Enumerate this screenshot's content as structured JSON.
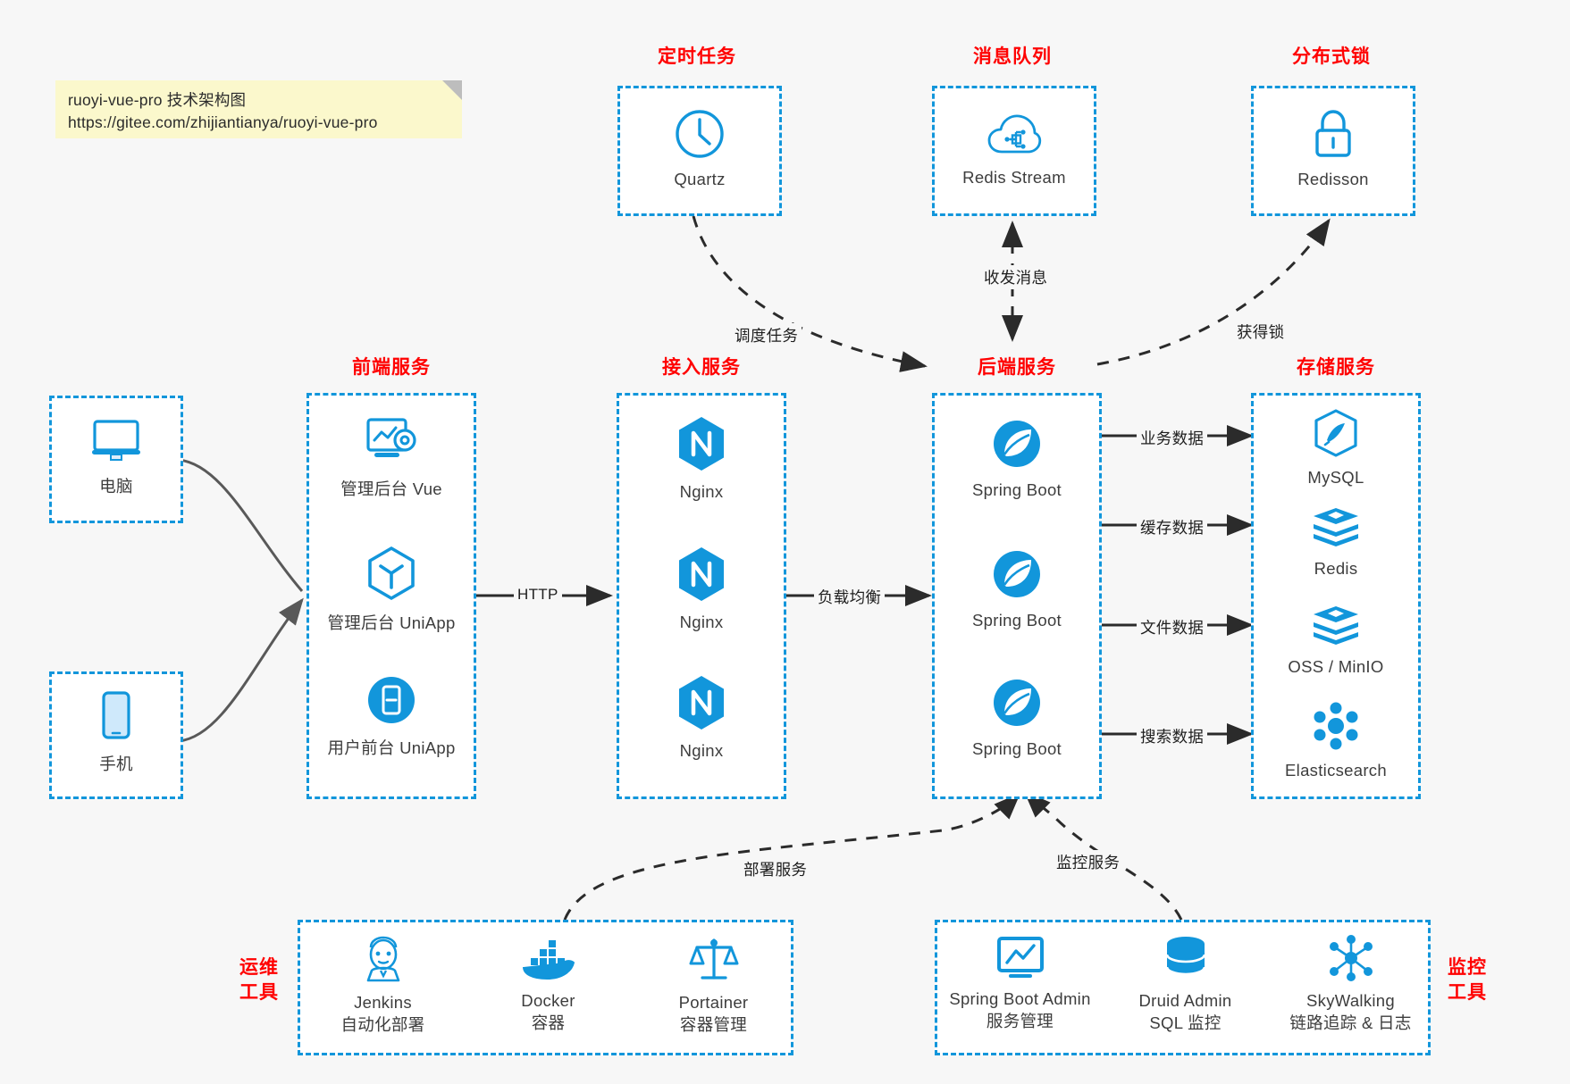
{
  "note": {
    "line1": "ruoyi-vue-pro 技术架构图",
    "line2": "https://gitee.com/zhijiantianya/ruoyi-vue-pro"
  },
  "colors": {
    "accent_blue": "#1296db",
    "title_red": "#ff0000",
    "canvas": "#f7f7f7",
    "note_yellow": "#fbf8cc",
    "edge_gray": "#595959",
    "edge_black": "#1f1f1f"
  },
  "groups": {
    "scheduled_task": {
      "title": "定时任务"
    },
    "message_queue": {
      "title": "消息队列"
    },
    "distributed_lock": {
      "title": "分布式锁"
    },
    "frontend": {
      "title": "前端服务"
    },
    "gateway": {
      "title": "接入服务"
    },
    "backend": {
      "title": "后端服务"
    },
    "storage": {
      "title": "存储服务"
    },
    "devops": {
      "title_line1": "运维",
      "title_line2": "工具"
    },
    "monitor": {
      "title_line1": "监控",
      "title_line2": "工具"
    }
  },
  "clients": [
    {
      "icon": "monitor-icon",
      "label": "电脑"
    },
    {
      "icon": "phone-icon",
      "label": "手机"
    }
  ],
  "scheduled_task_nodes": [
    {
      "icon": "clock-icon",
      "label": "Quartz"
    }
  ],
  "message_queue_nodes": [
    {
      "icon": "cloud-stream-icon",
      "label": "Redis Stream"
    }
  ],
  "distributed_lock_nodes": [
    {
      "icon": "lock-icon",
      "label": "Redisson"
    }
  ],
  "frontend_nodes": [
    {
      "icon": "dashboard-gear-icon",
      "label": "管理后台 Vue"
    },
    {
      "icon": "uniapp-hex-icon",
      "label": "管理后台 UniApp"
    },
    {
      "icon": "mobile-round-icon",
      "label": "用户前台 UniApp"
    }
  ],
  "gateway_nodes": [
    {
      "icon": "nginx-icon",
      "label": "Nginx"
    },
    {
      "icon": "nginx-icon",
      "label": "Nginx"
    },
    {
      "icon": "nginx-icon",
      "label": "Nginx"
    }
  ],
  "backend_nodes": [
    {
      "icon": "spring-boot-icon",
      "label": "Spring Boot"
    },
    {
      "icon": "spring-boot-icon",
      "label": "Spring Boot"
    },
    {
      "icon": "spring-boot-icon",
      "label": "Spring Boot"
    }
  ],
  "storage_nodes": [
    {
      "icon": "mysql-icon",
      "label": "MySQL"
    },
    {
      "icon": "redis-icon",
      "label": "Redis"
    },
    {
      "icon": "oss-minio-icon",
      "label": "OSS / MinIO"
    },
    {
      "icon": "elasticsearch-icon",
      "label": "Elasticsearch"
    }
  ],
  "devops_nodes": [
    {
      "icon": "jenkins-icon",
      "label": "Jenkins",
      "sub": "自动化部署"
    },
    {
      "icon": "docker-icon",
      "label": "Docker",
      "sub": "容器"
    },
    {
      "icon": "portainer-icon",
      "label": "Portainer",
      "sub": "容器管理"
    }
  ],
  "monitor_nodes": [
    {
      "icon": "spring-boot-admin-icon",
      "label": "Spring Boot Admin",
      "sub": "服务管理"
    },
    {
      "icon": "druid-db-icon",
      "label": "Druid Admin",
      "sub": "SQL 监控"
    },
    {
      "icon": "skywalking-icon",
      "label": "SkyWalking",
      "sub": "链路追踪 & 日志"
    }
  ],
  "edges": [
    {
      "id": "http",
      "label": "HTTP"
    },
    {
      "id": "load-balance",
      "label": "负载均衡"
    },
    {
      "id": "schedule-task",
      "label": "调度任务"
    },
    {
      "id": "send-receive-message",
      "label": "收发消息"
    },
    {
      "id": "acquire-lock",
      "label": "获得锁"
    },
    {
      "id": "business-data",
      "label": "业务数据"
    },
    {
      "id": "cache-data",
      "label": "缓存数据"
    },
    {
      "id": "file-data",
      "label": "文件数据"
    },
    {
      "id": "search-data",
      "label": "搜索数据"
    },
    {
      "id": "deploy-service",
      "label": "部署服务"
    },
    {
      "id": "monitor-service",
      "label": "监控服务"
    }
  ]
}
